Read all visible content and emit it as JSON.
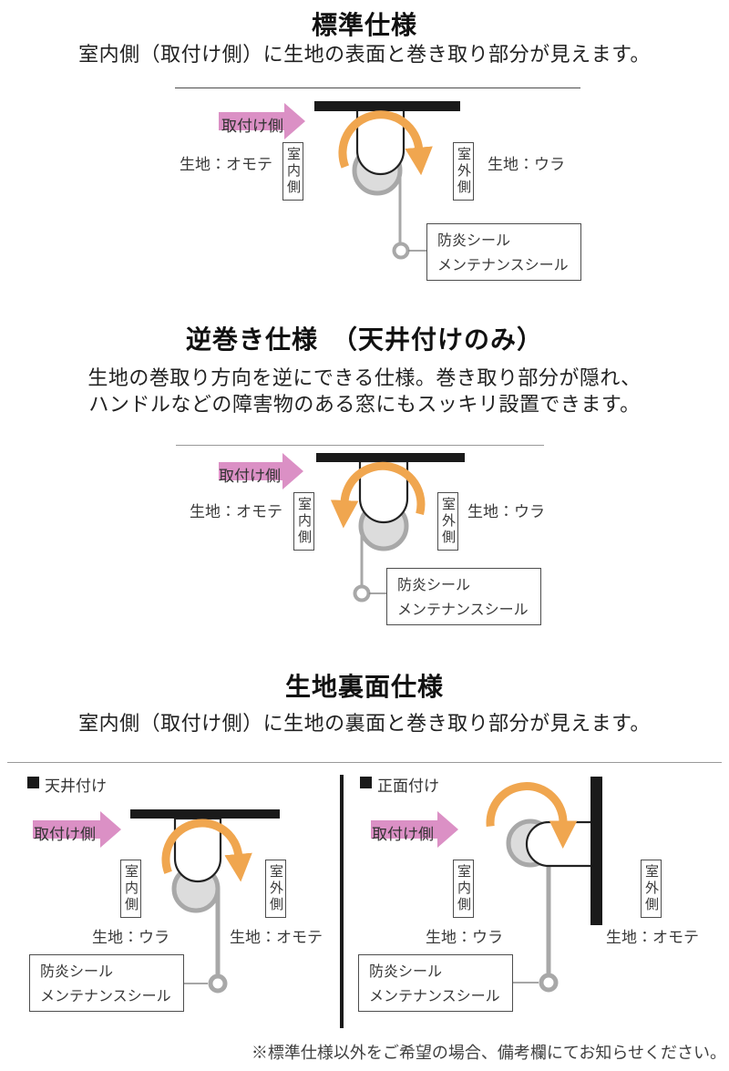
{
  "labels": {
    "mount_side": "取付け側",
    "indoor": "室内側",
    "outdoor": "室外側",
    "fabric_front": "生地：オモテ",
    "fabric_back": "生地：ウラ",
    "seal_line1": "防炎シール",
    "seal_line2": "メンテナンスシール"
  },
  "sections": {
    "standard": {
      "title": "標準仕様",
      "subtitle": "室内側（取付け側）に生地の表面と巻き取り部分が見えます。"
    },
    "reverse": {
      "title": "逆巻き仕様　（天井付けのみ）",
      "description_line1": "生地の巻取り方向を逆にできる仕様。巻き取り部分が隠れ、",
      "description_line2": "ハンドルなどの障害物のある窓にもスッキリ設置できます。"
    },
    "fabric_back": {
      "title": "生地裏面仕様",
      "subtitle": "室内側（取付け側）に生地の裏面と巻き取り部分が見えます。",
      "ceiling_mount_header": "天井付け",
      "front_mount_header": "正面付け"
    }
  },
  "footer": {
    "note": "※標準仕様以外をご希望の場合、備考欄にてお知らせください。"
  },
  "colors": {
    "accent_pink": "#DB90C5",
    "accent_orange": "#F0A64F",
    "roll_gray_fill": "#DCDCDC",
    "roll_gray_stroke": "#A8A8A8",
    "bar_black": "#1A1A1A"
  }
}
